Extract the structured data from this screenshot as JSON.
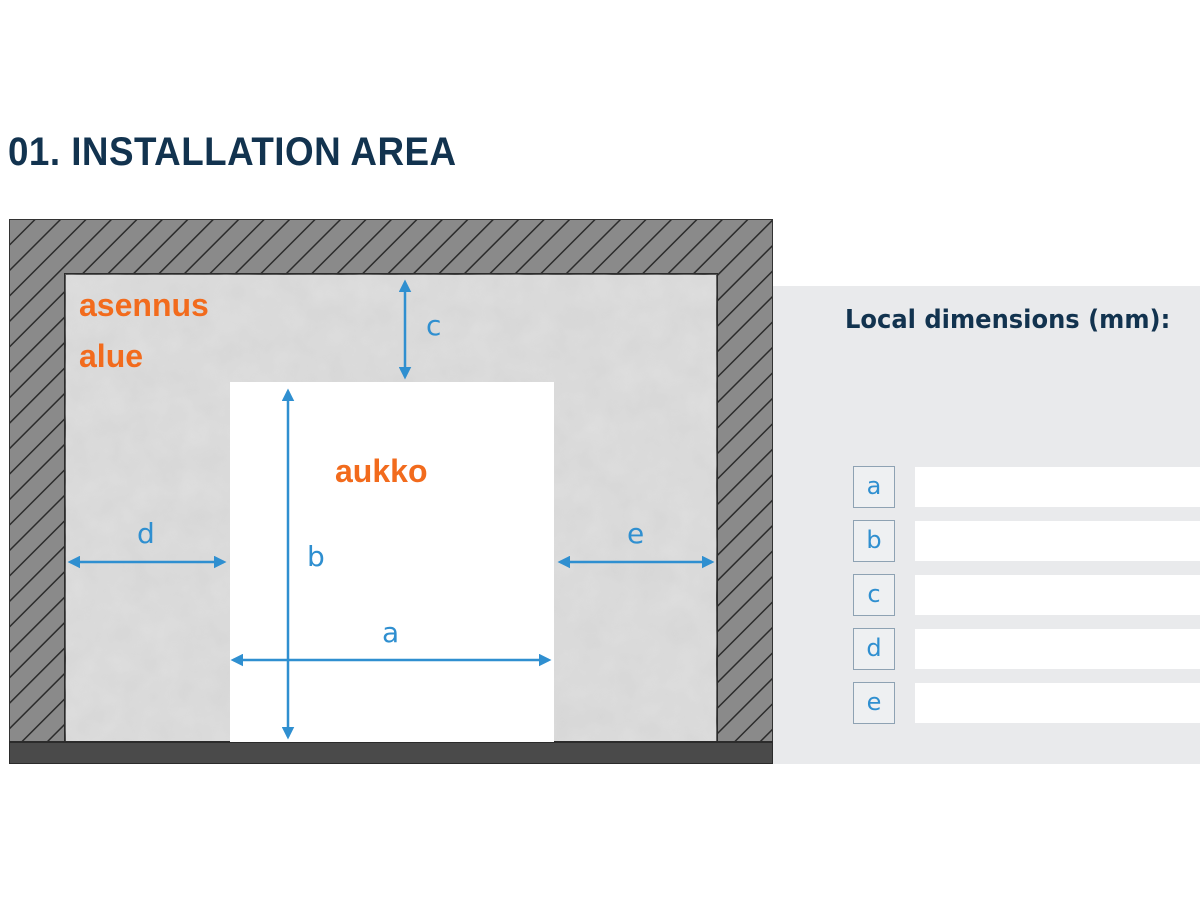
{
  "title": "01. INSTALLATION AREA",
  "diagram": {
    "area_label_line1": "asennus",
    "area_label_line2": "alue",
    "opening_label": "aukko",
    "dimension_labels": {
      "a": "a",
      "b": "b",
      "c": "c",
      "d": "d",
      "e": "e"
    }
  },
  "panel": {
    "title": "Local dimensions (mm):",
    "fields": [
      {
        "key": "a",
        "value": ""
      },
      {
        "key": "b",
        "value": ""
      },
      {
        "key": "c",
        "value": ""
      },
      {
        "key": "d",
        "value": ""
      },
      {
        "key": "e",
        "value": ""
      }
    ]
  },
  "colors": {
    "title": "#12334f",
    "accent_orange": "#f26b1d",
    "dimension_blue": "#2f8fd0",
    "wall_dark": "#3a3a3a",
    "panel_bg": "#e9eaec"
  }
}
